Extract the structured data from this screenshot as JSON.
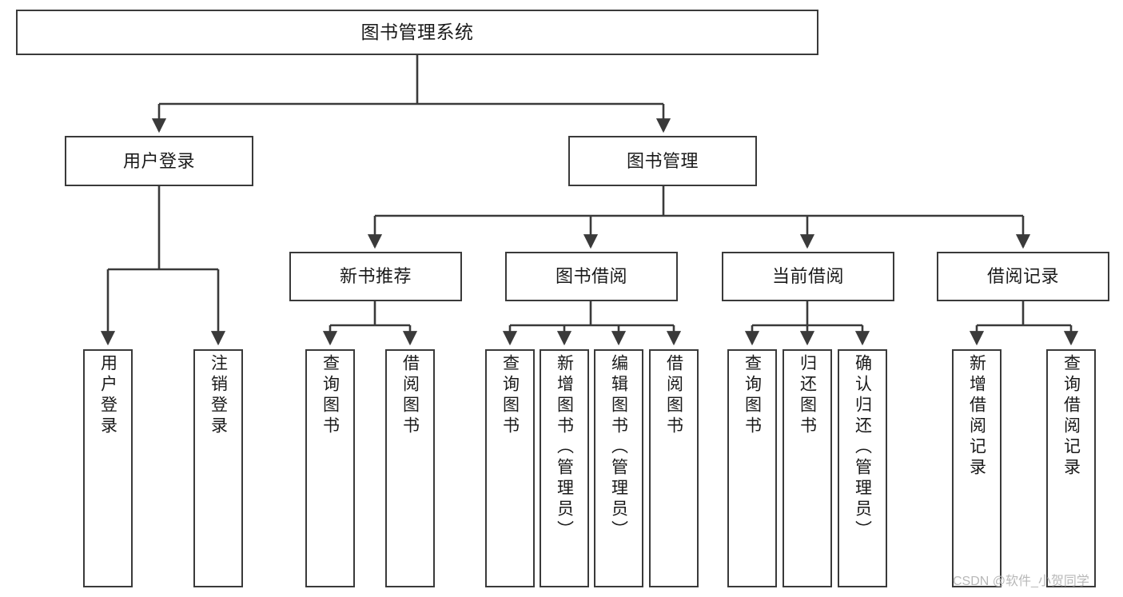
{
  "diagram": {
    "type": "tree",
    "title": "图书管理系统",
    "root": {
      "id": "root",
      "label": "图书管理系统"
    },
    "level2": [
      {
        "id": "user-login",
        "label": "用户登录"
      },
      {
        "id": "book-management",
        "label": "图书管理"
      }
    ],
    "level3": [
      {
        "id": "new-book-recommend",
        "label": "新书推荐",
        "parent": "book-management"
      },
      {
        "id": "book-borrow",
        "label": "图书借阅",
        "parent": "book-management"
      },
      {
        "id": "current-borrow",
        "label": "当前借阅",
        "parent": "book-management"
      },
      {
        "id": "borrow-record",
        "label": "借阅记录",
        "parent": "book-management"
      }
    ],
    "leaves": [
      {
        "id": "leaf-user-login",
        "label": "用户登录",
        "parent": "user-login"
      },
      {
        "id": "leaf-logout-login",
        "label": "注销登录",
        "parent": "user-login"
      },
      {
        "id": "leaf-query-book-1",
        "label": "查询图书",
        "parent": "new-book-recommend"
      },
      {
        "id": "leaf-borrow-book-1",
        "label": "借阅图书",
        "parent": "new-book-recommend"
      },
      {
        "id": "leaf-query-book-2",
        "label": "查询图书",
        "parent": "book-borrow"
      },
      {
        "id": "leaf-add-book",
        "label": "新增图书（管理员）",
        "parent": "book-borrow"
      },
      {
        "id": "leaf-edit-book",
        "label": "编辑图书（管理员）",
        "parent": "book-borrow"
      },
      {
        "id": "leaf-borrow-book-2",
        "label": "借阅图书",
        "parent": "book-borrow"
      },
      {
        "id": "leaf-query-book-3",
        "label": "查询图书",
        "parent": "current-borrow"
      },
      {
        "id": "leaf-return-book",
        "label": "归还图书",
        "parent": "current-borrow"
      },
      {
        "id": "leaf-confirm-return",
        "label": "确认归还（管理员）",
        "parent": "current-borrow"
      },
      {
        "id": "leaf-add-record",
        "label": "新增借阅记录",
        "parent": "borrow-record"
      },
      {
        "id": "leaf-query-record",
        "label": "查询借阅记录",
        "parent": "borrow-record"
      }
    ]
  },
  "watermark": {
    "text": "CSDN @软件_小贺同学"
  },
  "colors": {
    "stroke": "#3a3a3a",
    "box_fill": "#ffffff",
    "text": "#1a1a1a",
    "watermark": "#b8b8b8",
    "background": "#ffffff"
  }
}
